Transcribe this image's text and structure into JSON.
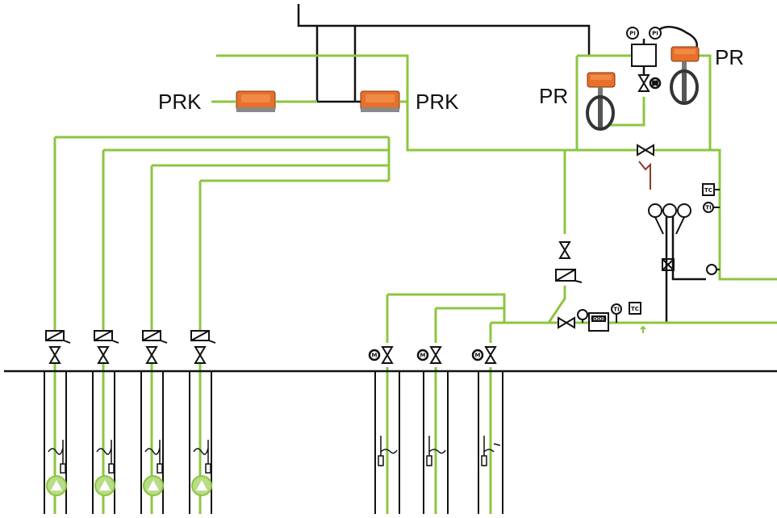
{
  "labels": {
    "prk_left": "PRK",
    "prk_right": "PRK",
    "pr_left": "PR",
    "pr_right": "PR"
  },
  "instrument_tags": {
    "pi": "PI",
    "ti": "TI",
    "tc": "TC",
    "flow": "0000"
  },
  "colors": {
    "pipe": "#8cc63f",
    "line": "#111111",
    "actuator": "#e8702a",
    "signal": "#8b3a2a",
    "background": "#ffffff"
  }
}
